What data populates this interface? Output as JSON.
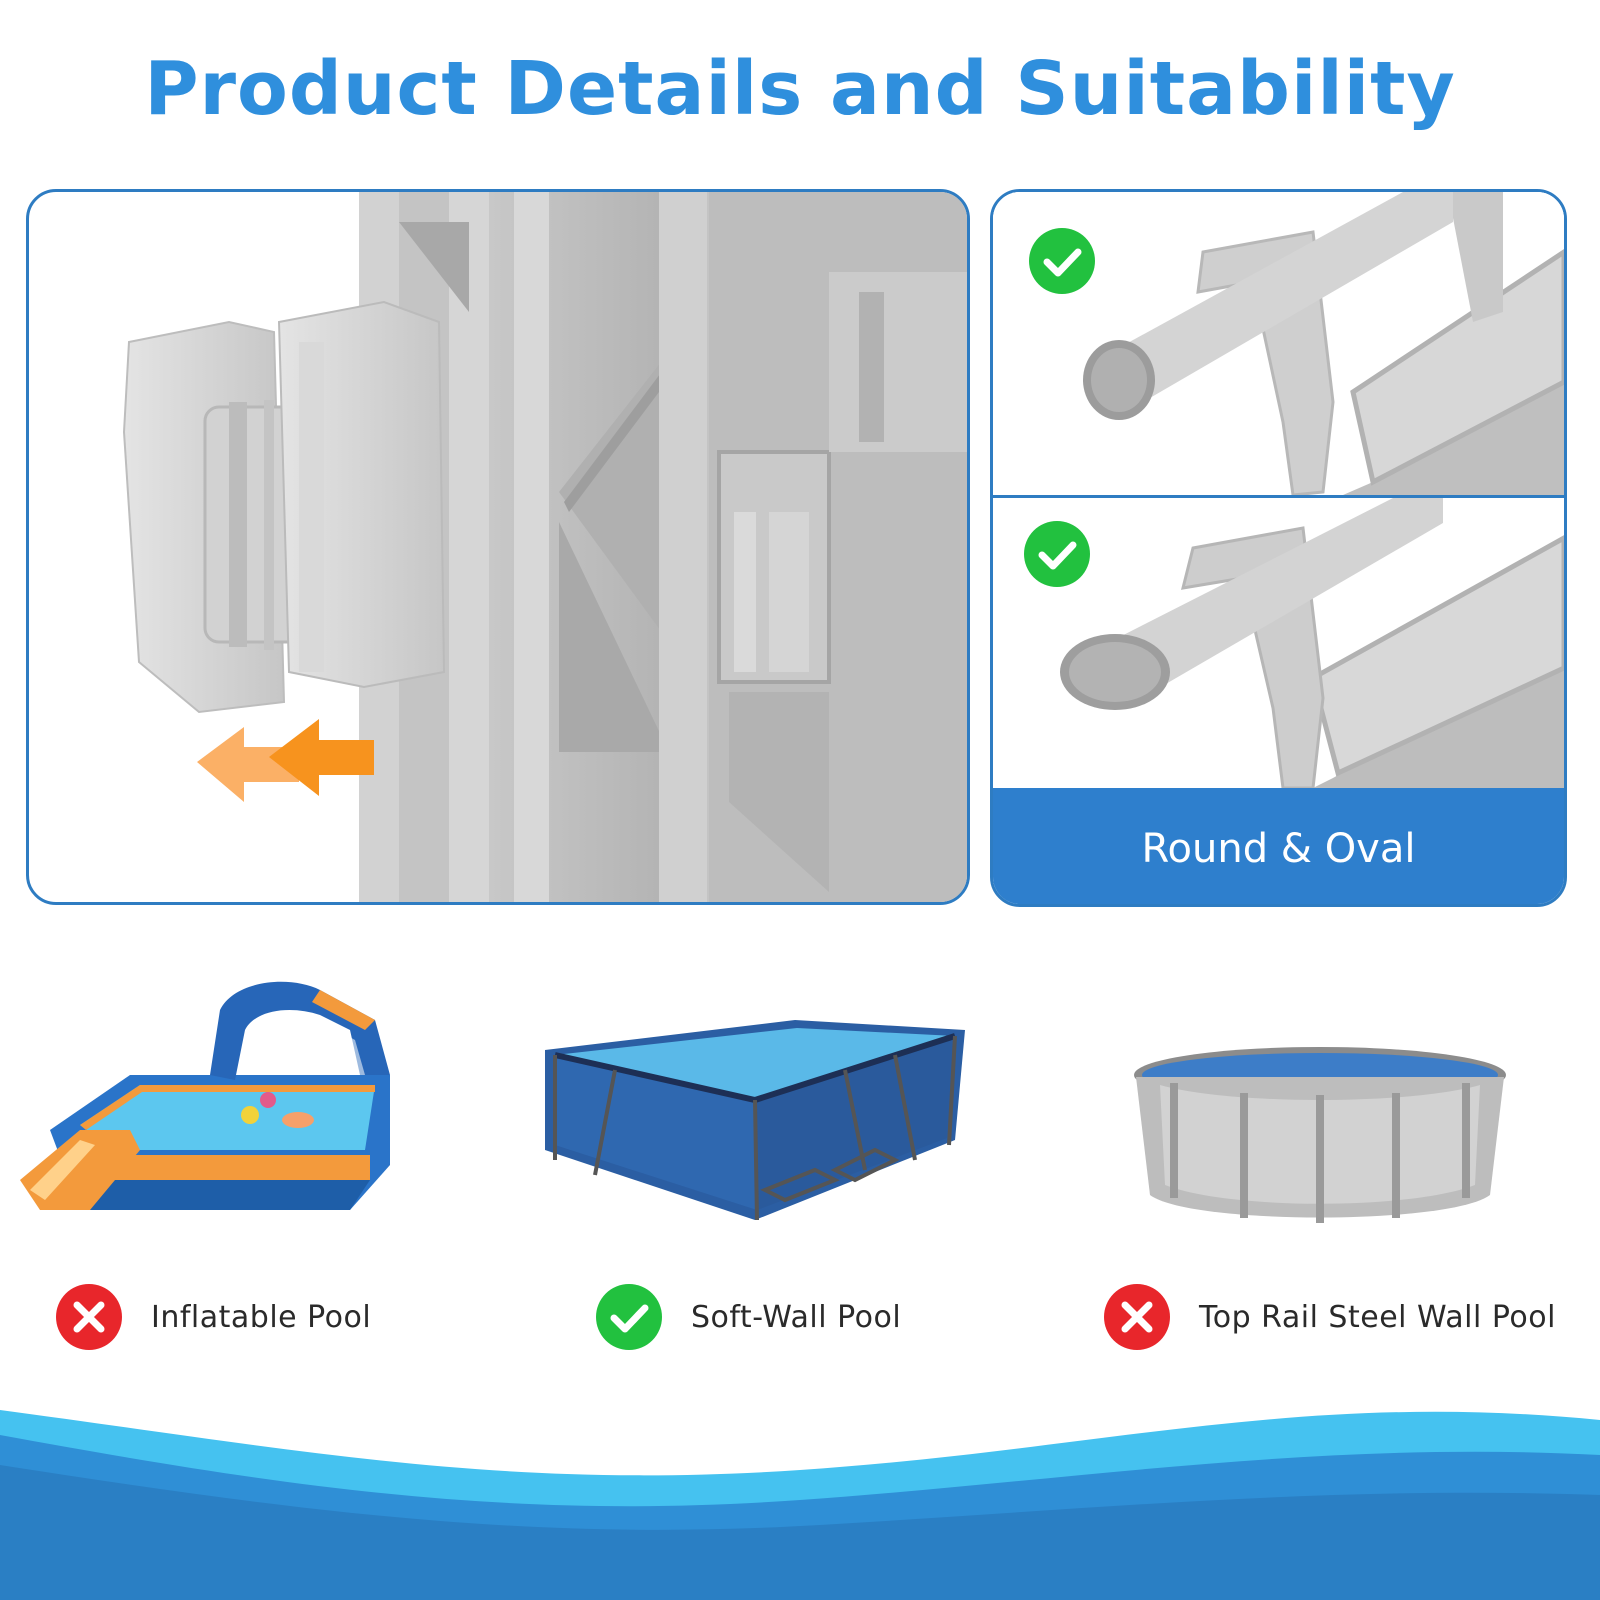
{
  "header": {
    "title": "Product Details and Suitability"
  },
  "right_panel": {
    "banner_label": "Round & Oval"
  },
  "pools": [
    {
      "label": "Inflatable Pool",
      "status": "not-suitable",
      "icon": "cross-icon"
    },
    {
      "label": "Soft-Wall Pool",
      "status": "suitable",
      "icon": "check-icon"
    },
    {
      "label": "Top Rail Steel Wall Pool",
      "status": "not-suitable",
      "icon": "cross-icon"
    }
  ],
  "colors": {
    "title_blue": "#2f8fdd",
    "border_blue": "#2e7cc2",
    "banner_blue": "#2e7fcd",
    "check_green": "#22c13f",
    "cross_red": "#e8262b",
    "arrow_orange": "#f7931e"
  }
}
